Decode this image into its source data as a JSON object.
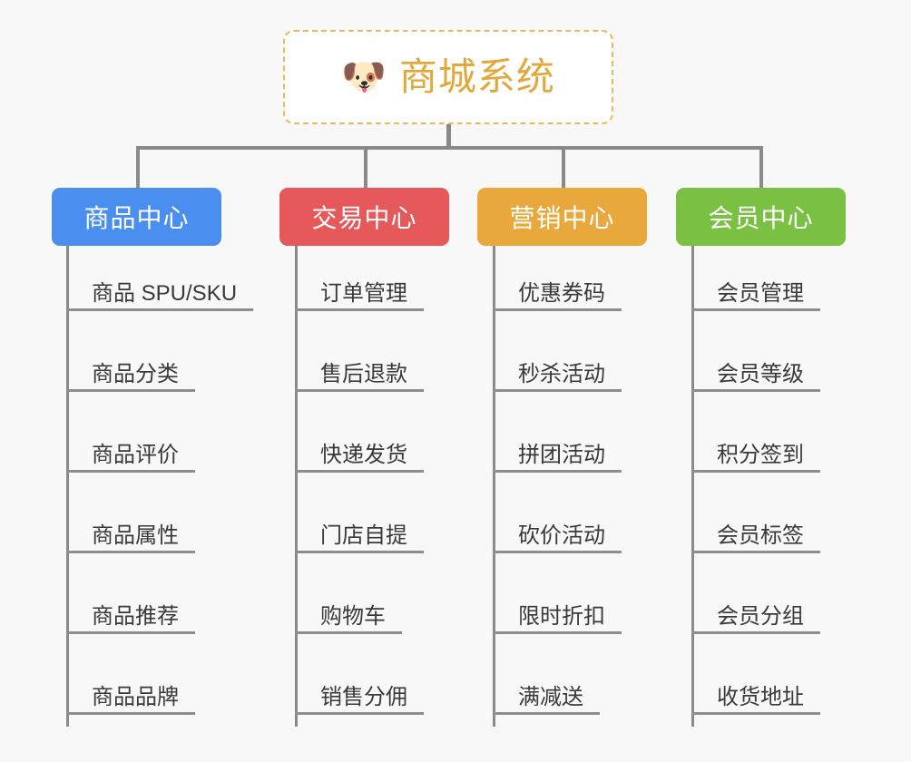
{
  "diagram": {
    "title": "商城系统架构图",
    "background_color": "#f8f8f8",
    "line_color": "#8a8a8a"
  },
  "root": {
    "icon": "shiba-dog-emoji",
    "emoji": "🐶",
    "label": "商城系统",
    "text_color": "#e0a93c",
    "border_color": "#edb85c",
    "background_color": "#ffffff"
  },
  "categories": [
    {
      "label": "商品中心",
      "color": "#4a8ef0",
      "items": [
        {
          "label": "商品 SPU/SKU"
        },
        {
          "label": "商品分类"
        },
        {
          "label": "商品评价"
        },
        {
          "label": "商品属性"
        },
        {
          "label": "商品推荐"
        },
        {
          "label": "商品品牌"
        }
      ]
    },
    {
      "label": "交易中心",
      "color": "#e5595b",
      "items": [
        {
          "label": "订单管理"
        },
        {
          "label": "售后退款"
        },
        {
          "label": "快递发货"
        },
        {
          "label": "门店自提"
        },
        {
          "label": "购物车"
        },
        {
          "label": "销售分佣"
        }
      ]
    },
    {
      "label": "营销中心",
      "color": "#e8a83c",
      "items": [
        {
          "label": "优惠券码"
        },
        {
          "label": "秒杀活动"
        },
        {
          "label": "拼团活动"
        },
        {
          "label": "砍价活动"
        },
        {
          "label": "限时折扣"
        },
        {
          "label": "满减送"
        }
      ]
    },
    {
      "label": "会员中心",
      "color": "#7ac143",
      "items": [
        {
          "label": "会员管理"
        },
        {
          "label": "会员等级"
        },
        {
          "label": "积分签到"
        },
        {
          "label": "会员标签"
        },
        {
          "label": "会员分组"
        },
        {
          "label": "收货地址"
        }
      ]
    }
  ]
}
